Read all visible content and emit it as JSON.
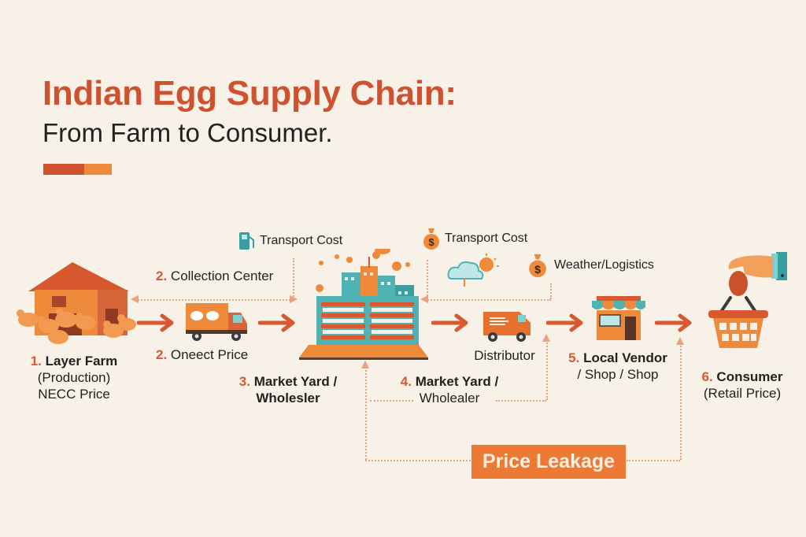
{
  "header": {
    "title": "Indian Egg Supply Chain:",
    "subtitle": "From Farm to Consumer.",
    "accent_colors": [
      "#cf5230",
      "#ef8a3a"
    ]
  },
  "stages": [
    {
      "number": "1.",
      "name": "Layer Farm",
      "line2": "(Production)",
      "line3": "NECC Price",
      "icon": "barn-with-hens-icon"
    },
    {
      "number": "2.",
      "name": "Collection Center",
      "icon": "egg-truck-icon"
    },
    {
      "number": "2.",
      "name": "Oneect Price"
    },
    {
      "number": "3.",
      "name": "Market Yard /",
      "line2": "Wholesler",
      "icon": "market-city-icon"
    },
    {
      "name": "Distributor",
      "icon": "delivery-van-icon"
    },
    {
      "number": "4.",
      "name": "Market Yard /",
      "line2": "Wholealer"
    },
    {
      "number": "5.",
      "name": "Local Vendor",
      "line2": "/ Shop / Shop",
      "icon": "shop-icon"
    },
    {
      "number": "6.",
      "name": "Consumer",
      "line2": "(Retail Price)",
      "icon": "hand-egg-basket-icon"
    }
  ],
  "cost_factors": [
    {
      "label": "Transport Cost",
      "icon": "fuel-pump-icon"
    },
    {
      "label": "Transport Cost",
      "icon": "money-bag-icon"
    },
    {
      "label": "Weather/Logistics",
      "icon": "money-bag-icon"
    }
  ],
  "weather_icon": "cloud-sun-icon",
  "leakage": {
    "label": "Price Leakage"
  },
  "colors": {
    "background": "#f7f1e8",
    "primary": "#cf5230",
    "orange": "#ef8a3a",
    "teal": "#4fb3b3",
    "dotted": "#e9a17e"
  }
}
